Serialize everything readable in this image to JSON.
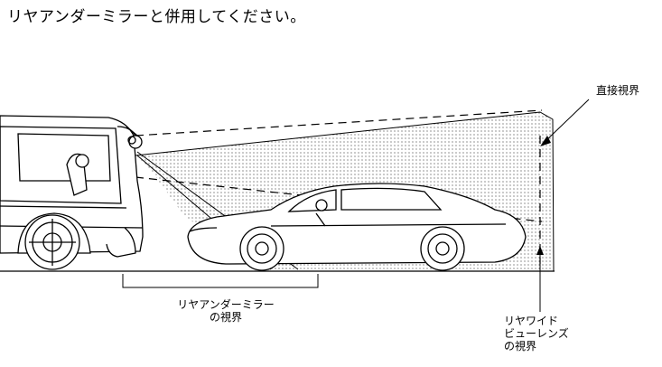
{
  "caption": "リヤアンダーミラーと併用してください。",
  "labels": {
    "direct_view": "直接視界",
    "under_mirror_line1": "リヤアンダーミラー",
    "under_mirror_line2": "の視界",
    "wide_lens_line1": "リヤワイド",
    "wide_lens_line2": "ビューレンズ",
    "wide_lens_line3": "の視界"
  }
}
